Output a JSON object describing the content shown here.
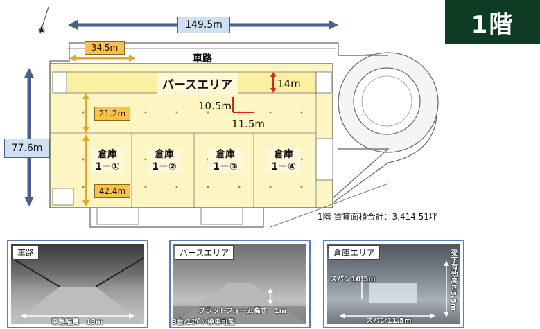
{
  "floor_badge": "1階",
  "dimensions": {
    "top_width": "149.5m",
    "left_height": "77.6m",
    "roadway_width": "34.5m",
    "berth_depth_inner": "21.2m",
    "warehouse_depth": "42.4m",
    "berth_depth": "14m",
    "span_y": "10.5m",
    "span_x": "11.5m"
  },
  "labels": {
    "roadway": "車路",
    "berth_area": "バースエリア",
    "warehouses": [
      {
        "line1": "倉庫",
        "line2": "1－①"
      },
      {
        "line1": "倉庫",
        "line2": "1－②"
      },
      {
        "line1": "倉庫",
        "line2": "1－③"
      },
      {
        "line1": "倉庫",
        "line2": "1－④"
      }
    ],
    "rentable_total": "1階 賃貸面積合計：3,414.51坪"
  },
  "photos": [
    {
      "title": "車路",
      "captions": [
        "車路幅員　13m"
      ]
    },
    {
      "title": "バースエリア",
      "captions": [
        "プラットフォーム高さ　1m",
        "3台/1ｽﾊﾟﾝ 停車可能"
      ]
    },
    {
      "title": "倉庫エリア",
      "captions": [
        "スパン10.5m",
        "スパン11.5m",
        "梁下有効高さ5.5m"
      ]
    }
  ]
}
